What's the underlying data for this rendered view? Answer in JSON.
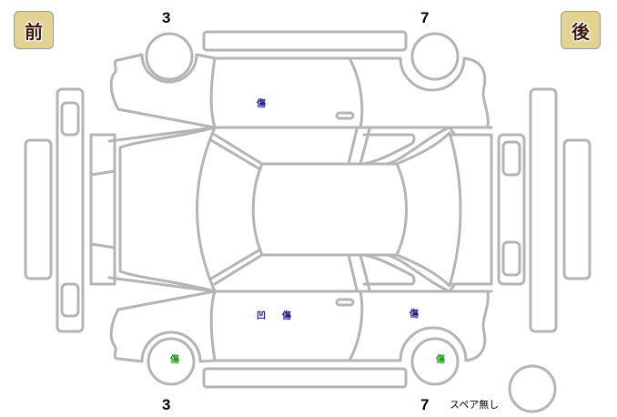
{
  "badges": {
    "front": "前",
    "rear": "後"
  },
  "wheel_numbers": {
    "top_front": "3",
    "top_rear": "7",
    "bottom_front": "3",
    "bottom_rear": "7"
  },
  "spare": {
    "label": "スペア無し"
  },
  "damage_marks": [
    {
      "id": "top-front-door",
      "symbol": "傷",
      "meaning": "scratch",
      "color": "#1c1c8a"
    },
    {
      "id": "bottom-front-door-dent",
      "symbol": "凹",
      "meaning": "dent",
      "color": "#1c1c8a"
    },
    {
      "id": "bottom-front-door-scratch",
      "symbol": "傷",
      "meaning": "scratch",
      "color": "#1c1c8a"
    },
    {
      "id": "bottom-rear-quarter",
      "symbol": "傷",
      "meaning": "scratch",
      "color": "#1c1c8a"
    },
    {
      "id": "bottom-front-wheel",
      "symbol": "傷",
      "meaning": "scratch",
      "color": "#1aa01a"
    },
    {
      "id": "bottom-rear-wheel",
      "symbol": "傷",
      "meaning": "scratch",
      "color": "#1aa01a"
    }
  ],
  "colors": {
    "outline": "#b4b4b4",
    "badge_bg": "#e3d393",
    "badge_text": "#3b1a0a",
    "mark_blue": "#1c1c8a",
    "mark_green": "#1aa01a"
  }
}
